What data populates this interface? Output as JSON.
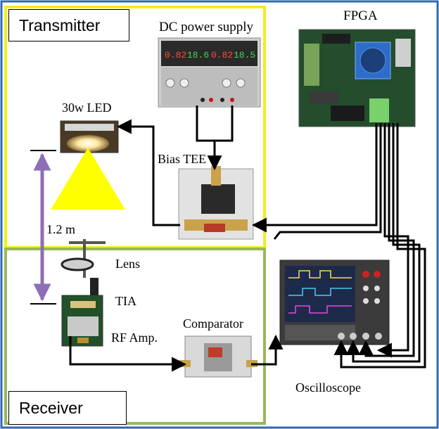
{
  "diagram": {
    "transmitter_label": "Transmitter",
    "receiver_label": "Receiver",
    "components": {
      "dc_power_supply": "DC power supply",
      "fpga": "FPGA",
      "led": "30w LED",
      "bias_tee": "Bias TEE",
      "distance": "1.2 m",
      "lens": "Lens",
      "tia": "TIA",
      "rf_amp": "RF Amp.",
      "comparator": "Comparator",
      "oscilloscope": "Oscilloscope"
    },
    "psu_readouts": [
      "0.82",
      "18.6",
      "0.82",
      "18.5"
    ],
    "colors": {
      "frame": "#2f6ab0",
      "transmitter_border": "#f2ee1c",
      "receiver_border": "#97b85a",
      "led_light": "#ffff00",
      "distance_arrow": "#8e6fb5",
      "wire": "#000000"
    }
  }
}
